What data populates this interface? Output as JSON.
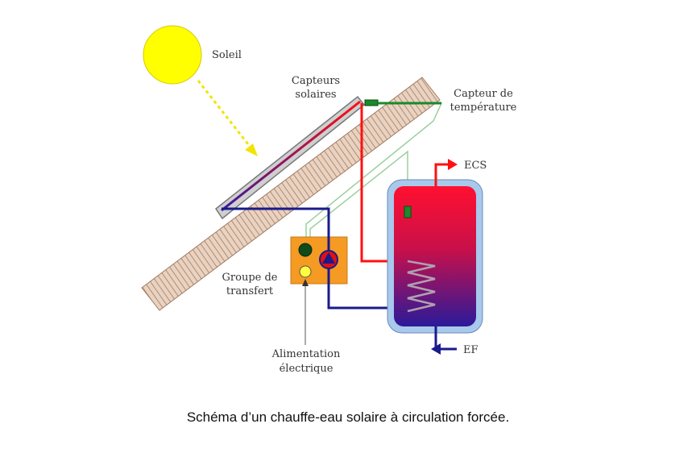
{
  "labels": {
    "sun": "Soleil",
    "collectors_line1": "Capteurs",
    "collectors_line2": "solaires",
    "temp_sensor_line1": "Capteur de",
    "temp_sensor_line2": "température",
    "ecs": "ECS",
    "ef": "EF",
    "transfer_line1": "Groupe de",
    "transfer_line2": "transfert",
    "power_line1": "Alimentation",
    "power_line2": "électrique"
  },
  "caption": "Schéma d’un chauffe-eau solaire à circulation forcée.",
  "colors": {
    "sun": "#ffff00",
    "hot_pipe": "#ff1010",
    "cold_pipe": "#1a1a8c",
    "roof": "#c9a48a",
    "tank_shell": "#a8c8ec",
    "transfer_box": "#f59a23",
    "sensor": "#1a8a2a",
    "sun_ray": "#f2e400"
  }
}
